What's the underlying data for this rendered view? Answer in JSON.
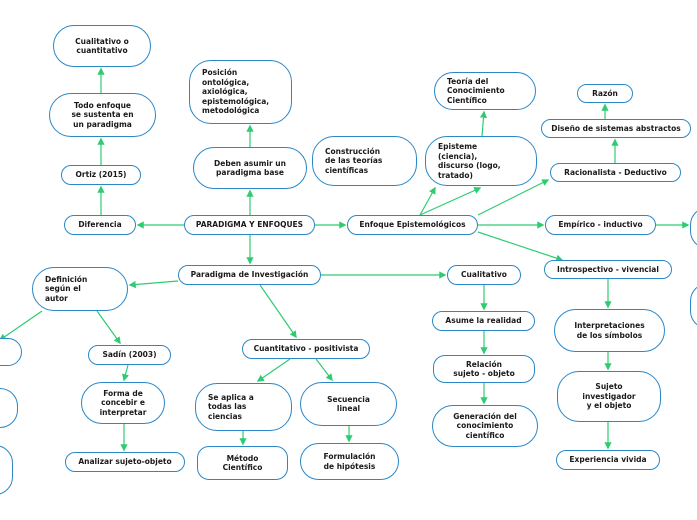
{
  "diagram": {
    "line_color": "#2ecc71",
    "border_color": "#2b87c6",
    "nodes": {
      "paradigma_enfoques": "PARADIGMA Y ENFOQUES",
      "diferencia": "Diferencia",
      "ortiz": "Ortiz (2015)",
      "todo_enfoque": "Todo enfoque\nse sustenta en\nun paradigma",
      "cualitativo_cuantitativo": "Cualitativo o\ncuantitativo",
      "deben_asumir": "Deben asumir un\nparadigma base",
      "posicion": "Posición\nontológica,\naxiológica,\nepistemológica,\nmetodológica",
      "enfoque_epist": "Enfoque Epistemológicos",
      "construccion": "Construcción\nde las teorías\ncientíficas",
      "episteme": "Episteme\n(ciencia),\ndiscurso (logo,\ntratado)",
      "teoria_conocimiento": "Teoría del\nConocimiento\nCientífico",
      "racionalista": "Racionalista - Deductivo",
      "diseno_sistemas": "Diseño de sistemas abstractos",
      "razon": "Razón",
      "empirico": "Empírico - inductivo",
      "introspectivo": "Introspectivo - vivencial",
      "interpretaciones": "Interpretaciones\nde los símbolos",
      "sujeto_investigador": "Sujeto\ninvestigador\ny el objeto",
      "experiencia_vivida": "Experiencia vivida",
      "paradigma_investigacion": "Paradigma de Investigación",
      "definicion": "Definición\nsegún el\nautor",
      "sadin": "Sadín (2003)",
      "forma_concebir": "Forma de\nconcebir e\ninterpretar",
      "analizar": "Analizar sujeto-objeto",
      "cuantitativo": "Cuantitativo - positivista",
      "se_aplica": "Se aplica a\ntodas las\nciencias",
      "metodo_cientifico": "Método\nCientífico",
      "secuencia": "Secuencia\nlineal",
      "formulacion": "Formulación\nde hipótesis",
      "cualitativo": "Cualitativo",
      "asume_realidad": "Asume la realidad",
      "relacion": "Relación\nsujeto - objeto",
      "generacion": "Generación del\nconocimiento\ncientífico"
    }
  }
}
